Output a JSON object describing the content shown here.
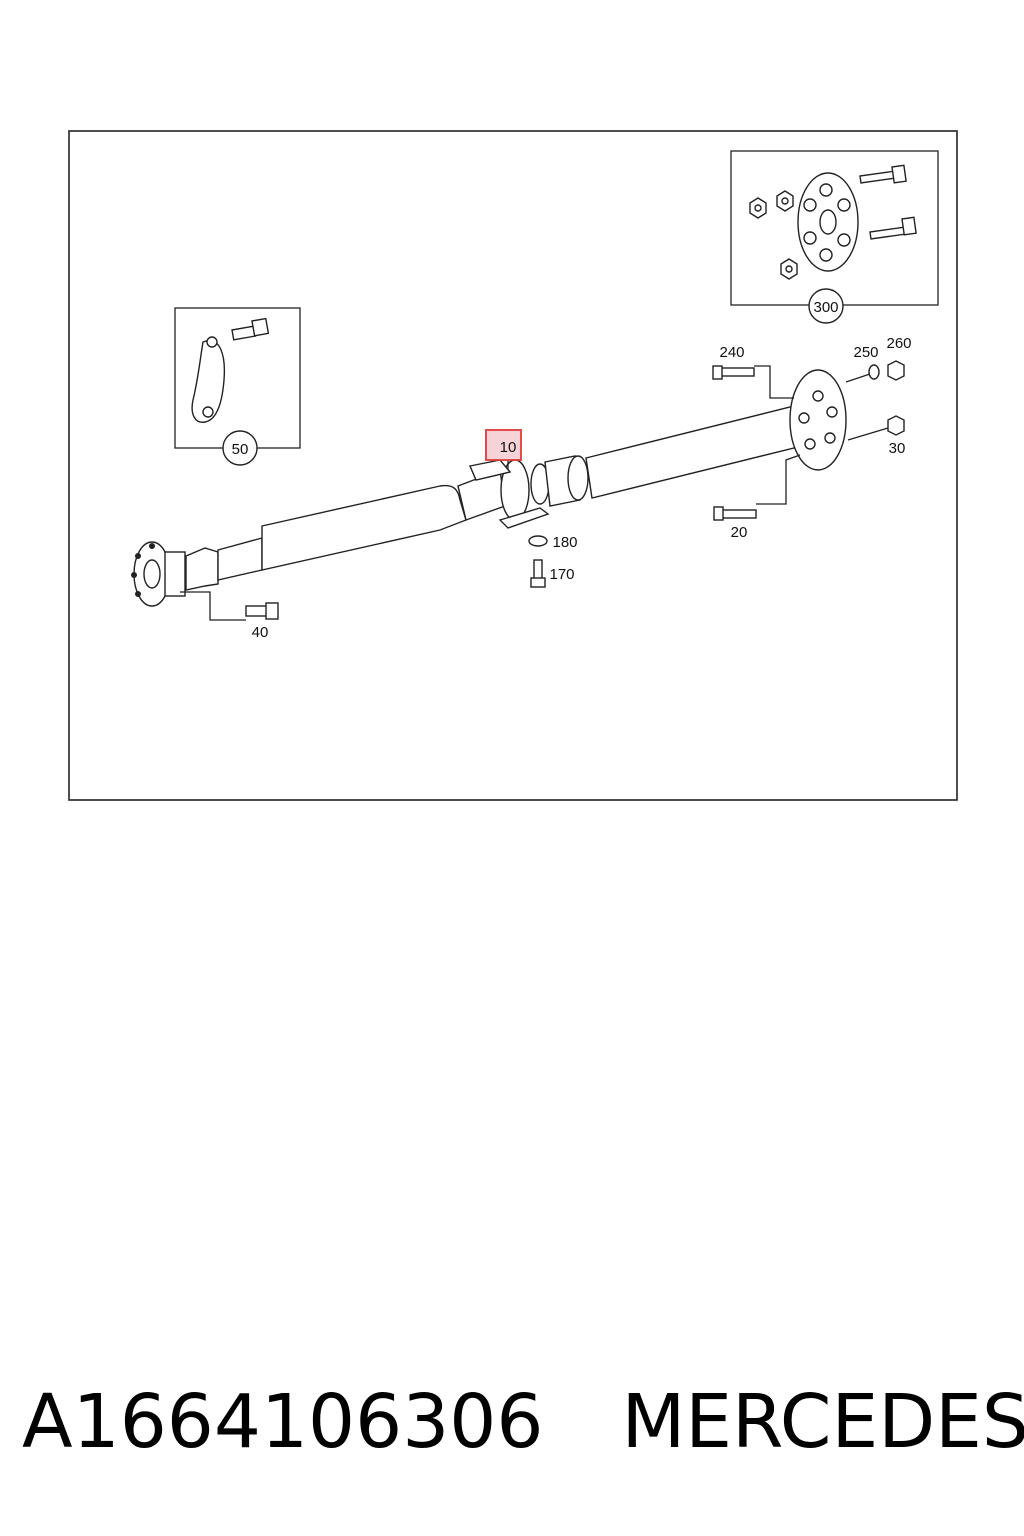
{
  "callouts": {
    "c10": "10",
    "c20": "20",
    "c30": "30",
    "c40": "40",
    "c50": "50",
    "c170": "170",
    "c180": "180",
    "c240": "240",
    "c250": "250",
    "c260": "260",
    "c300": "300"
  },
  "highlight": {
    "callout": "10",
    "color": "#e03a3a",
    "fill": "#f6d3d6"
  },
  "footer": {
    "part_number": "A1664106306",
    "brand": "MERCEDES"
  }
}
